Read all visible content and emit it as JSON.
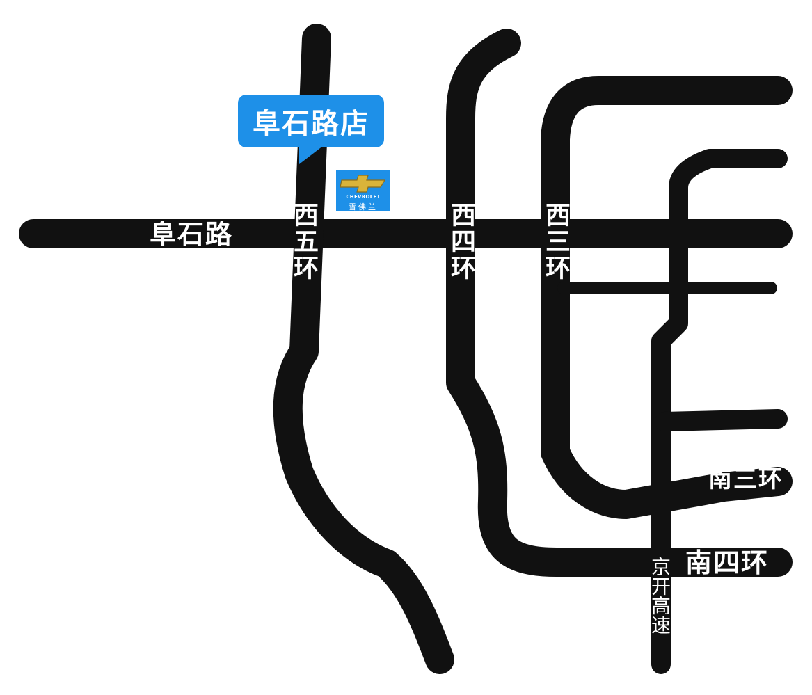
{
  "roads": {
    "fushi_road": "阜石路",
    "west_5th_ring": "西五环",
    "west_4th_ring": "西四环",
    "west_3rd_ring": "西三环",
    "south_3rd_ring": "南三环",
    "south_4th_ring": "南四环",
    "jingkai_expressway": "京开高速"
  },
  "store_callout": {
    "title": "阜石路店"
  },
  "brand_logo": {
    "english": "CHEVROLET",
    "chinese": "雪佛兰",
    "icon": "chevrolet-bowtie-icon",
    "background_color": "#1e90e8",
    "bowtie_color": "#d9b43a"
  },
  "colors": {
    "road": "#111111",
    "background": "#ffffff",
    "accent": "#1e90e8"
  }
}
